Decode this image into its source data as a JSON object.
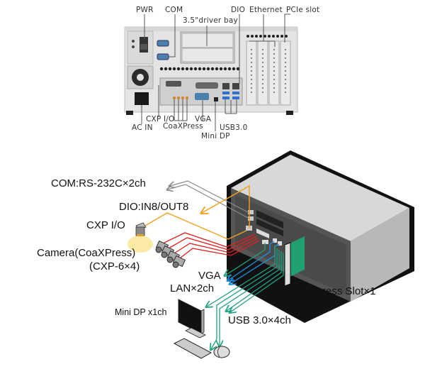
{
  "rear_panel": {
    "labels": {
      "pwr": "PWR",
      "com": "COM",
      "drive_bay": "3.5\"driver bay",
      "dio": "DIO",
      "ethernet": "Ethernet",
      "pcie_slot": "PCIe slot",
      "cxp_io": "CXP I/O",
      "ac_in": "AC IN",
      "coaxpress": "CoaXPress",
      "vga": "VGA",
      "mini_dp": "Mini DP",
      "usb": "USB3.0"
    }
  },
  "connection_diagram": {
    "labels": {
      "com": "COM:RS-232C×2ch",
      "dio": "DIO:IN8/OUT8",
      "cxp_io": "CXP I/O",
      "camera": "Camera(CoaXPress)",
      "camera_spec": "(CXP-6×4)",
      "vga": "VGA",
      "lan": "LAN×2ch",
      "pcie": "PCI Express Slot×1",
      "mini_dp": "Mini DP x1ch",
      "usb": "USB 3.0×4ch"
    },
    "colors": {
      "com_line": "#8a8a8a",
      "dio_line": "#f0a020",
      "camera_line": "#e02020",
      "vga_usb_line": "#20a080",
      "lan_line": "#2090e0",
      "pcie_card": "#20a070",
      "chassis": "#cfcfcf"
    }
  }
}
